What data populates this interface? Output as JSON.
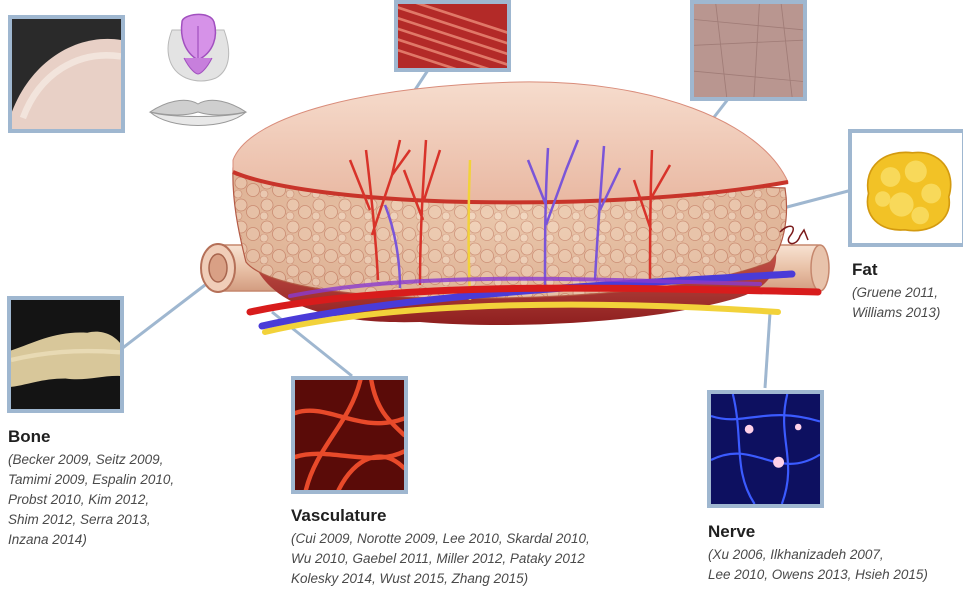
{
  "labels": {
    "fat": {
      "title": "Fat",
      "refs": "(Gruene 2011,\nWilliams 2013)"
    },
    "bone": {
      "title": "Bone",
      "refs": "(Becker 2009, Seitz 2009,\nTamimi 2009, Espalin 2010,\nProbst 2010, Kim 2012,\nShim 2012, Serra 2013,\nInzana 2014)"
    },
    "vasculature": {
      "title": "Vasculature",
      "refs": "(Cui 2009, Norotte 2009, Lee 2010, Skardal 2010,\nWu 2010, Gaebel 2011, Miller 2012, Pataky 2012\nKolesky 2014, Wust 2015, Zhang 2015)"
    },
    "nerve": {
      "title": "Nerve",
      "refs": "(Xu 2006, Ilkhanizadeh 2007,\nLee 2010, Owens 2013, Hsieh 2015)"
    }
  },
  "colors": {
    "callout_frame": "#9fb7d0",
    "skin": "#f2c9b4",
    "fat_tissue": "#e9c6a8",
    "muscle": "#b22a2a",
    "artery": "#d81c1c",
    "vein": "#4a3bd8",
    "nerve": "#f2d23a"
  },
  "icons": [
    "cartilage-nose-icon",
    "lips-icon",
    "signature-mark"
  ]
}
